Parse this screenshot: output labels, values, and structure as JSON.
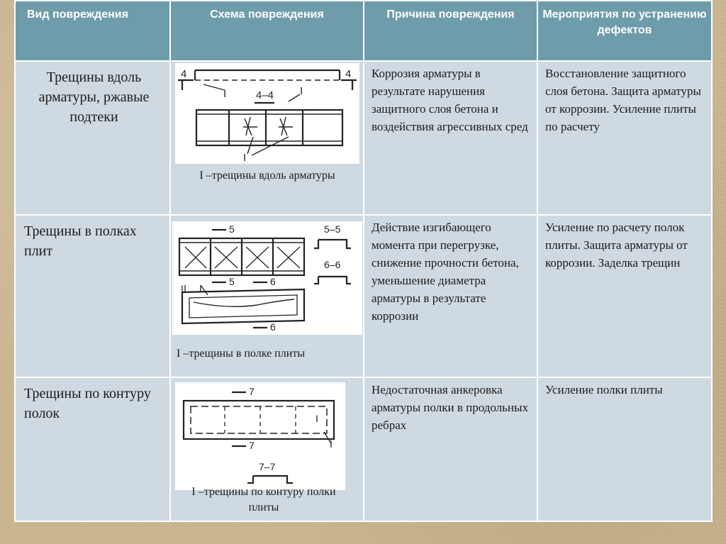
{
  "headers": [
    "Вид повреждения",
    "Схема повреждения",
    "Причина повреждения",
    "Мероприятия по устранению дефектов"
  ],
  "rows": [
    {
      "type": "Трещины вдоль арматуры, ржавые подтеки",
      "caption": "I –трещины вдоль арматуры",
      "cause": "Коррозия арматуры в результате нарушения защитного слоя бетона и воздействия агрессивных сред",
      "measures": "Восстановление защитного слоя бетона. Защита арматуры от коррозии. Усиление плиты по расчету"
    },
    {
      "type": "Трещины в полках плит",
      "caption": "I –трещины в полке плиты",
      "cause": "Действие изгибающего момента при перегрузке, снижение прочности бетона, уменьшение диаметра арматуры в результате коррозии",
      "measures": "Усиление по расчету полок плиты. Защита арматуры от коррозии. Заделка трещин"
    },
    {
      "type": "Трещины по контуру полок",
      "caption": "I –трещины по контуру полки плиты",
      "cause": "Недостаточная анкеровка арматуры полки в продольных ребрах",
      "measures": "Усиление полки плиты"
    }
  ],
  "sketch_labels": {
    "s1": {
      "left4": "4",
      "right4": "4",
      "cut": "4–4",
      "mark": "I"
    },
    "s2": {
      "m5": "5",
      "m6": "6",
      "cut5": "5–5",
      "cut6": "6–6",
      "mark": "I"
    },
    "s3": {
      "m7": "7",
      "cut7": "7–7",
      "mark": "I"
    }
  }
}
